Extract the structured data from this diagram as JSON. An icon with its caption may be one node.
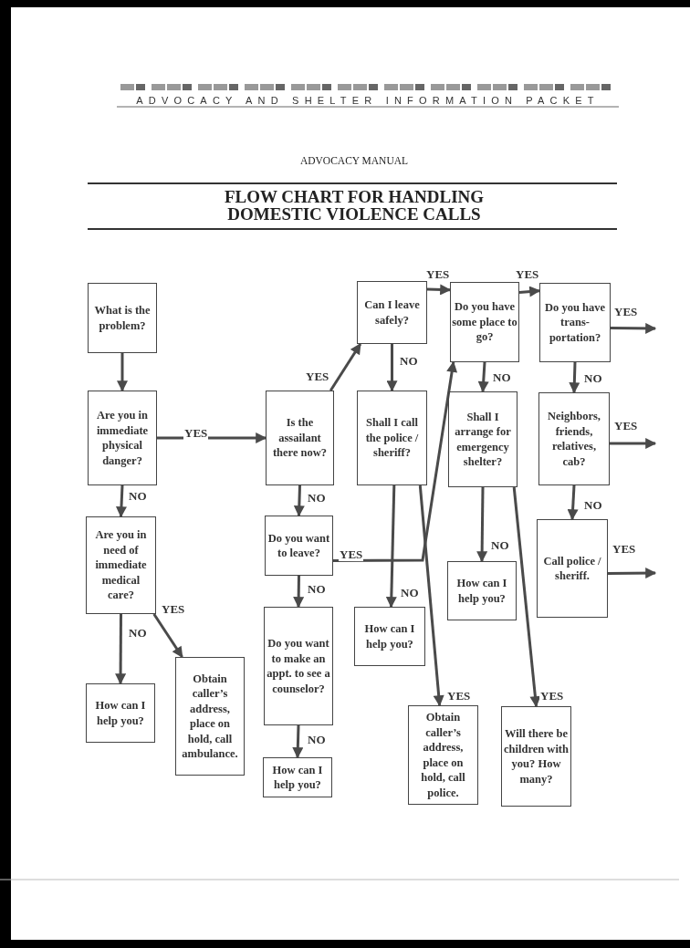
{
  "diagram": {
    "title": "FLOW CHART FOR HANDLING DOMESTIC VIOLENCE CALLS",
    "nodes": [
      {
        "text": [
          "What is the problem?"
        ]
      },
      {
        "text": [
          "Are you in immediate physical danger?"
        ]
      },
      {
        "text": [
          "Are you in need of immediate medical care?"
        ]
      },
      {
        "text": [
          "How can I help you?"
        ]
      },
      {
        "text": [
          "Obtain caller’s address, place on hold, call ambulance."
        ]
      },
      {
        "text": [
          "Is the assailant there now?"
        ]
      },
      {
        "text": [
          "Do you want to leave?"
        ]
      },
      {
        "text": [
          "Do you want to make an appt. to see a counselor?"
        ]
      },
      {
        "text": [
          "How can I help you?"
        ]
      },
      {
        "text": [
          "Can I leave safely?"
        ]
      },
      {
        "text": [
          "Shall I call the police / sheriff?"
        ]
      },
      {
        "text": [
          "How can I help you?"
        ]
      },
      {
        "text": [
          "Obtain caller’s address, place on hold, call police."
        ]
      },
      {
        "text": [
          "Do you have some place to go?"
        ]
      },
      {
        "text": [
          "Shall I arrange for emergency shelter?"
        ]
      },
      {
        "text": [
          "How can I help you?"
        ]
      },
      {
        "text": [
          "Will there be children with you? How many?"
        ]
      },
      {
        "text": [
          "Do you have trans- portation?"
        ]
      },
      {
        "text": [
          "Neighbors, friends, relatives, cab?"
        ]
      },
      {
        "text": [
          "Call police / sheriff."
        ]
      }
    ],
    "edges": [
      {
        "from": 0,
        "to": 1,
        "arrow": "to"
      },
      {
        "from": 1,
        "to": 5,
        "arrow": "to",
        "label": "YES"
      },
      {
        "from": 1,
        "to": 2,
        "arrow": "to",
        "label": "NO"
      },
      {
        "from": 2,
        "to": 3,
        "arrow": "to",
        "label": "NO"
      },
      {
        "from": 2,
        "to": 4,
        "arrow": "to",
        "label": "YES"
      },
      {
        "from": 5,
        "to": 9,
        "arrow": "to",
        "label": "YES"
      },
      {
        "from": 5,
        "to": 6,
        "arrow": "to",
        "label": "NO"
      },
      {
        "from": 6,
        "to": 13,
        "arrow": "to",
        "label": "YES"
      },
      {
        "from": 6,
        "to": 7,
        "arrow": "to",
        "label": "NO"
      },
      {
        "from": 7,
        "to": 8,
        "arrow": "to",
        "label": "NO"
      },
      {
        "from": 9,
        "to": 13,
        "arrow": "to",
        "label": "YES"
      },
      {
        "from": 9,
        "to": 10,
        "arrow": "to",
        "label": "NO"
      },
      {
        "from": 10,
        "to": 11,
        "arrow": "to",
        "label": "NO"
      },
      {
        "from": 10,
        "to": 12,
        "arrow": "to",
        "label": "YES"
      },
      {
        "from": 13,
        "to": 17,
        "arrow": "to",
        "label": "YES"
      },
      {
        "from": 13,
        "to": 14,
        "arrow": "to",
        "label": "NO"
      },
      {
        "from": 14,
        "to": 15,
        "arrow": "to",
        "label": "NO"
      },
      {
        "from": 14,
        "to": 16,
        "arrow": "to",
        "label": "YES"
      },
      {
        "from": 17,
        "to": null,
        "arrow": "to",
        "label": "YES"
      },
      {
        "from": 17,
        "to": 18,
        "arrow": "to",
        "label": "NO"
      },
      {
        "from": 18,
        "to": null,
        "arrow": "to",
        "label": "YES"
      },
      {
        "from": 18,
        "to": 19,
        "arrow": "to",
        "label": "NO"
      },
      {
        "from": 19,
        "to": null,
        "arrow": "to",
        "label": "YES"
      }
    ],
    "labels": [
      "ADVOCACY AND SHELTER INFORMATION PACKET",
      "ADVOCACY MANUAL"
    ]
  }
}
